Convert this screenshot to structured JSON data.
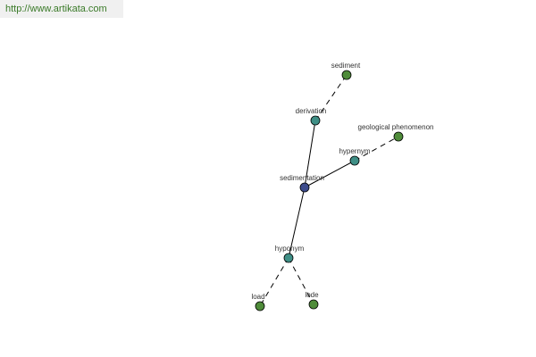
{
  "watermark": {
    "text": "http://www.artikata.com"
  },
  "graph": {
    "nodes": {
      "sedimentation": {
        "label": "sedimentation"
      },
      "derivation": {
        "label": "derivation"
      },
      "sediment": {
        "label": "sediment"
      },
      "hypernym": {
        "label": "hypernym"
      },
      "geological_phenomenon": {
        "label": "geological phenomenon"
      },
      "hyponym": {
        "label": "hyponym"
      },
      "load": {
        "label": "load"
      },
      "lode": {
        "label": "lode"
      }
    },
    "edges": [
      {
        "from": "sedimentation",
        "to": "derivation",
        "style": "solid"
      },
      {
        "from": "derivation",
        "to": "sediment",
        "style": "dashed"
      },
      {
        "from": "sedimentation",
        "to": "hypernym",
        "style": "solid"
      },
      {
        "from": "hypernym",
        "to": "geological_phenomenon",
        "style": "dashed"
      },
      {
        "from": "sedimentation",
        "to": "hyponym",
        "style": "solid"
      },
      {
        "from": "hyponym",
        "to": "load",
        "style": "dashed"
      },
      {
        "from": "hyponym",
        "to": "lode",
        "style": "dashed"
      }
    ],
    "colors": {
      "center_node": "#3c4b8c",
      "relation_node": "#3f8f86",
      "leaf_node": "#4f8c3a",
      "edge": "#000000",
      "label": "#333333",
      "watermark_text": "#3a7a28",
      "watermark_bg": "#f0f0f0"
    }
  }
}
